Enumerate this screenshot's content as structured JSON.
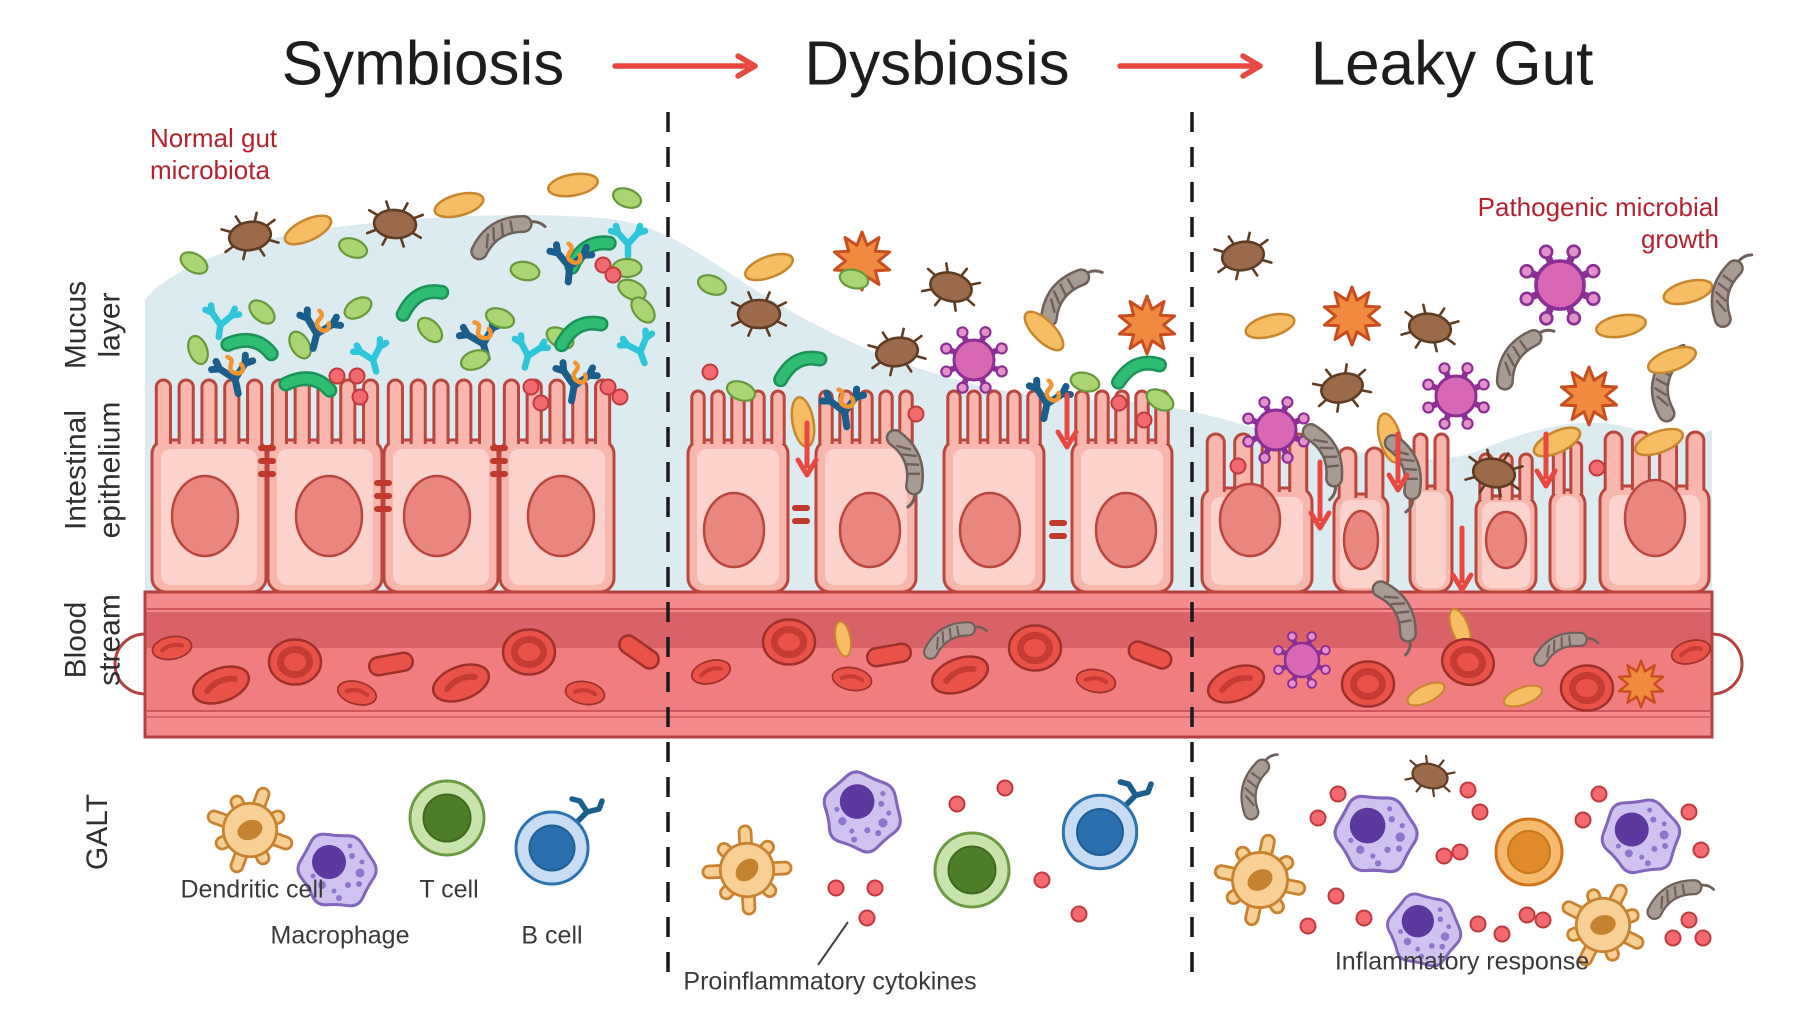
{
  "title": {
    "stages": [
      {
        "label": "Symbiosis"
      },
      {
        "label": "Dysbiosis"
      },
      {
        "label": "Leaky Gut"
      }
    ],
    "arrow_color": "#e8483f",
    "text_color": "#1d1d1f"
  },
  "annotations": {
    "normal_gut_microbiota": "Normal gut\nmicrobiota",
    "pathogenic_microbial_growth": "Pathogenic microbial\ngrowth",
    "annotation_color": "#b5222e"
  },
  "row_labels": [
    {
      "id": "mucus-layer",
      "text": "Mucus\nlayer"
    },
    {
      "id": "intestinal-epithelium",
      "text": "Intestinal\nepithelium"
    },
    {
      "id": "blood-stream",
      "text": "Blood\nstream"
    },
    {
      "id": "galt",
      "text": "GALT"
    }
  ],
  "galt": {
    "cell_labels": [
      {
        "text": "Dendritic cell"
      },
      {
        "text": "Macrophage"
      },
      {
        "text": "T cell"
      },
      {
        "text": "B cell"
      }
    ],
    "middle_label": "Proinflammatory cytokines",
    "right_label": "Inflammatory response"
  },
  "icons": [
    {
      "name": "commensal-bacterium-oval-orange-icon",
      "color": "#f7bd63"
    },
    {
      "name": "commensal-bacterium-oval-green-icon",
      "color": "#abd473"
    },
    {
      "name": "commensal-bacterium-rod-green-icon",
      "color": "#2fbd74"
    },
    {
      "name": "antibody-cyan-icon",
      "color": "#2ec6d8"
    },
    {
      "name": "iga-antibody-with-antigen-icon",
      "color": "#1c5e8b"
    },
    {
      "name": "cytokine-dot-red-icon",
      "color": "#f2696e"
    },
    {
      "name": "pathogenic-bacterium-brown-icon",
      "color": "#9b6a4a"
    },
    {
      "name": "flagellated-bacterium-gray-icon",
      "color": "#a89b93"
    },
    {
      "name": "virus-pink-icon",
      "color": "#d867b4"
    },
    {
      "name": "toxin-burst-orange-icon",
      "color": "#ef8a3e"
    },
    {
      "name": "red-blood-cell-icon",
      "color": "#ea5149"
    },
    {
      "name": "dendritic-cell-icon",
      "color": "#f8cf95"
    },
    {
      "name": "macrophage-icon",
      "color": "#d0c2ef"
    },
    {
      "name": "t-cell-icon",
      "color": "#c9e3ad"
    },
    {
      "name": "b-cell-icon",
      "color": "#c8ddf4"
    },
    {
      "name": "plasma-cell-orange-icon",
      "color": "#f6ba6c"
    }
  ],
  "palette": {
    "title_text": "#1d1d1f",
    "arrow": "#e8483f",
    "annotation_red": "#b5222e",
    "side_label": "#2f2f2f",
    "small_label": "#3a3a3a",
    "mucus": "#dcebf0",
    "cell_fill": "#f8b6ad",
    "cell_inner": "#fbd3cc",
    "cell_stroke": "#b9473d",
    "nucleus_fill": "#e9877f",
    "vessel_wall": "#f58a8c",
    "vessel_dark": "#d96168",
    "vessel_inner": "#f07e81",
    "vessel_stroke": "#b5413f",
    "vessel_line": "#cf565c",
    "tight_junction": "#c0392b",
    "divider": "#1a1a1a",
    "rbc": "#ea5149",
    "rbc_dark": "#c63b34",
    "rbc_stroke": "#9e312b",
    "oval_orange": "#f7bd63",
    "oval_orange_stroke": "#c8872f",
    "oval_green": "#abd473",
    "oval_green_stroke": "#679a3c",
    "rod_green": "#2fbd74",
    "rod_green_dark": "#1c9258",
    "cyan": "#2ec6d8",
    "navy": "#1c5e8b",
    "squiggle": "#f2952f",
    "dot_red": "#f2696e",
    "dot_red_stroke": "#c03a3f",
    "tick": "#9b6a4a",
    "tick_stroke": "#5f3c22",
    "worm": "#a89b93",
    "worm_stroke": "#6f6159",
    "virus": "#d867b4",
    "virus_stroke": "#8b2f96",
    "virus_knob": "#e291cb",
    "burst": "#ef8a3e",
    "burst_stroke": "#c94d1f",
    "dendritic": "#f8cf95",
    "dendritic_stroke": "#c9822f",
    "dendritic_nucleus": "#c6832f",
    "macrophage": "#d0c2ef",
    "macrophage_stroke": "#8266bd",
    "macrophage_nucleus": "#5c399e",
    "macrophage_dots": "#8f76cc",
    "tcell": "#c9e3ad",
    "tcell_stroke": "#6b9a42",
    "tcell_nucleus": "#4e7d29",
    "bcell": "#c8ddf4",
    "bcell_stroke": "#2e74b2",
    "bcell_nucleus": "#2b70ae",
    "plasma": "#f6ba6c",
    "plasma_stroke": "#d2741d",
    "plasma_nucleus": "#e18a2b"
  }
}
